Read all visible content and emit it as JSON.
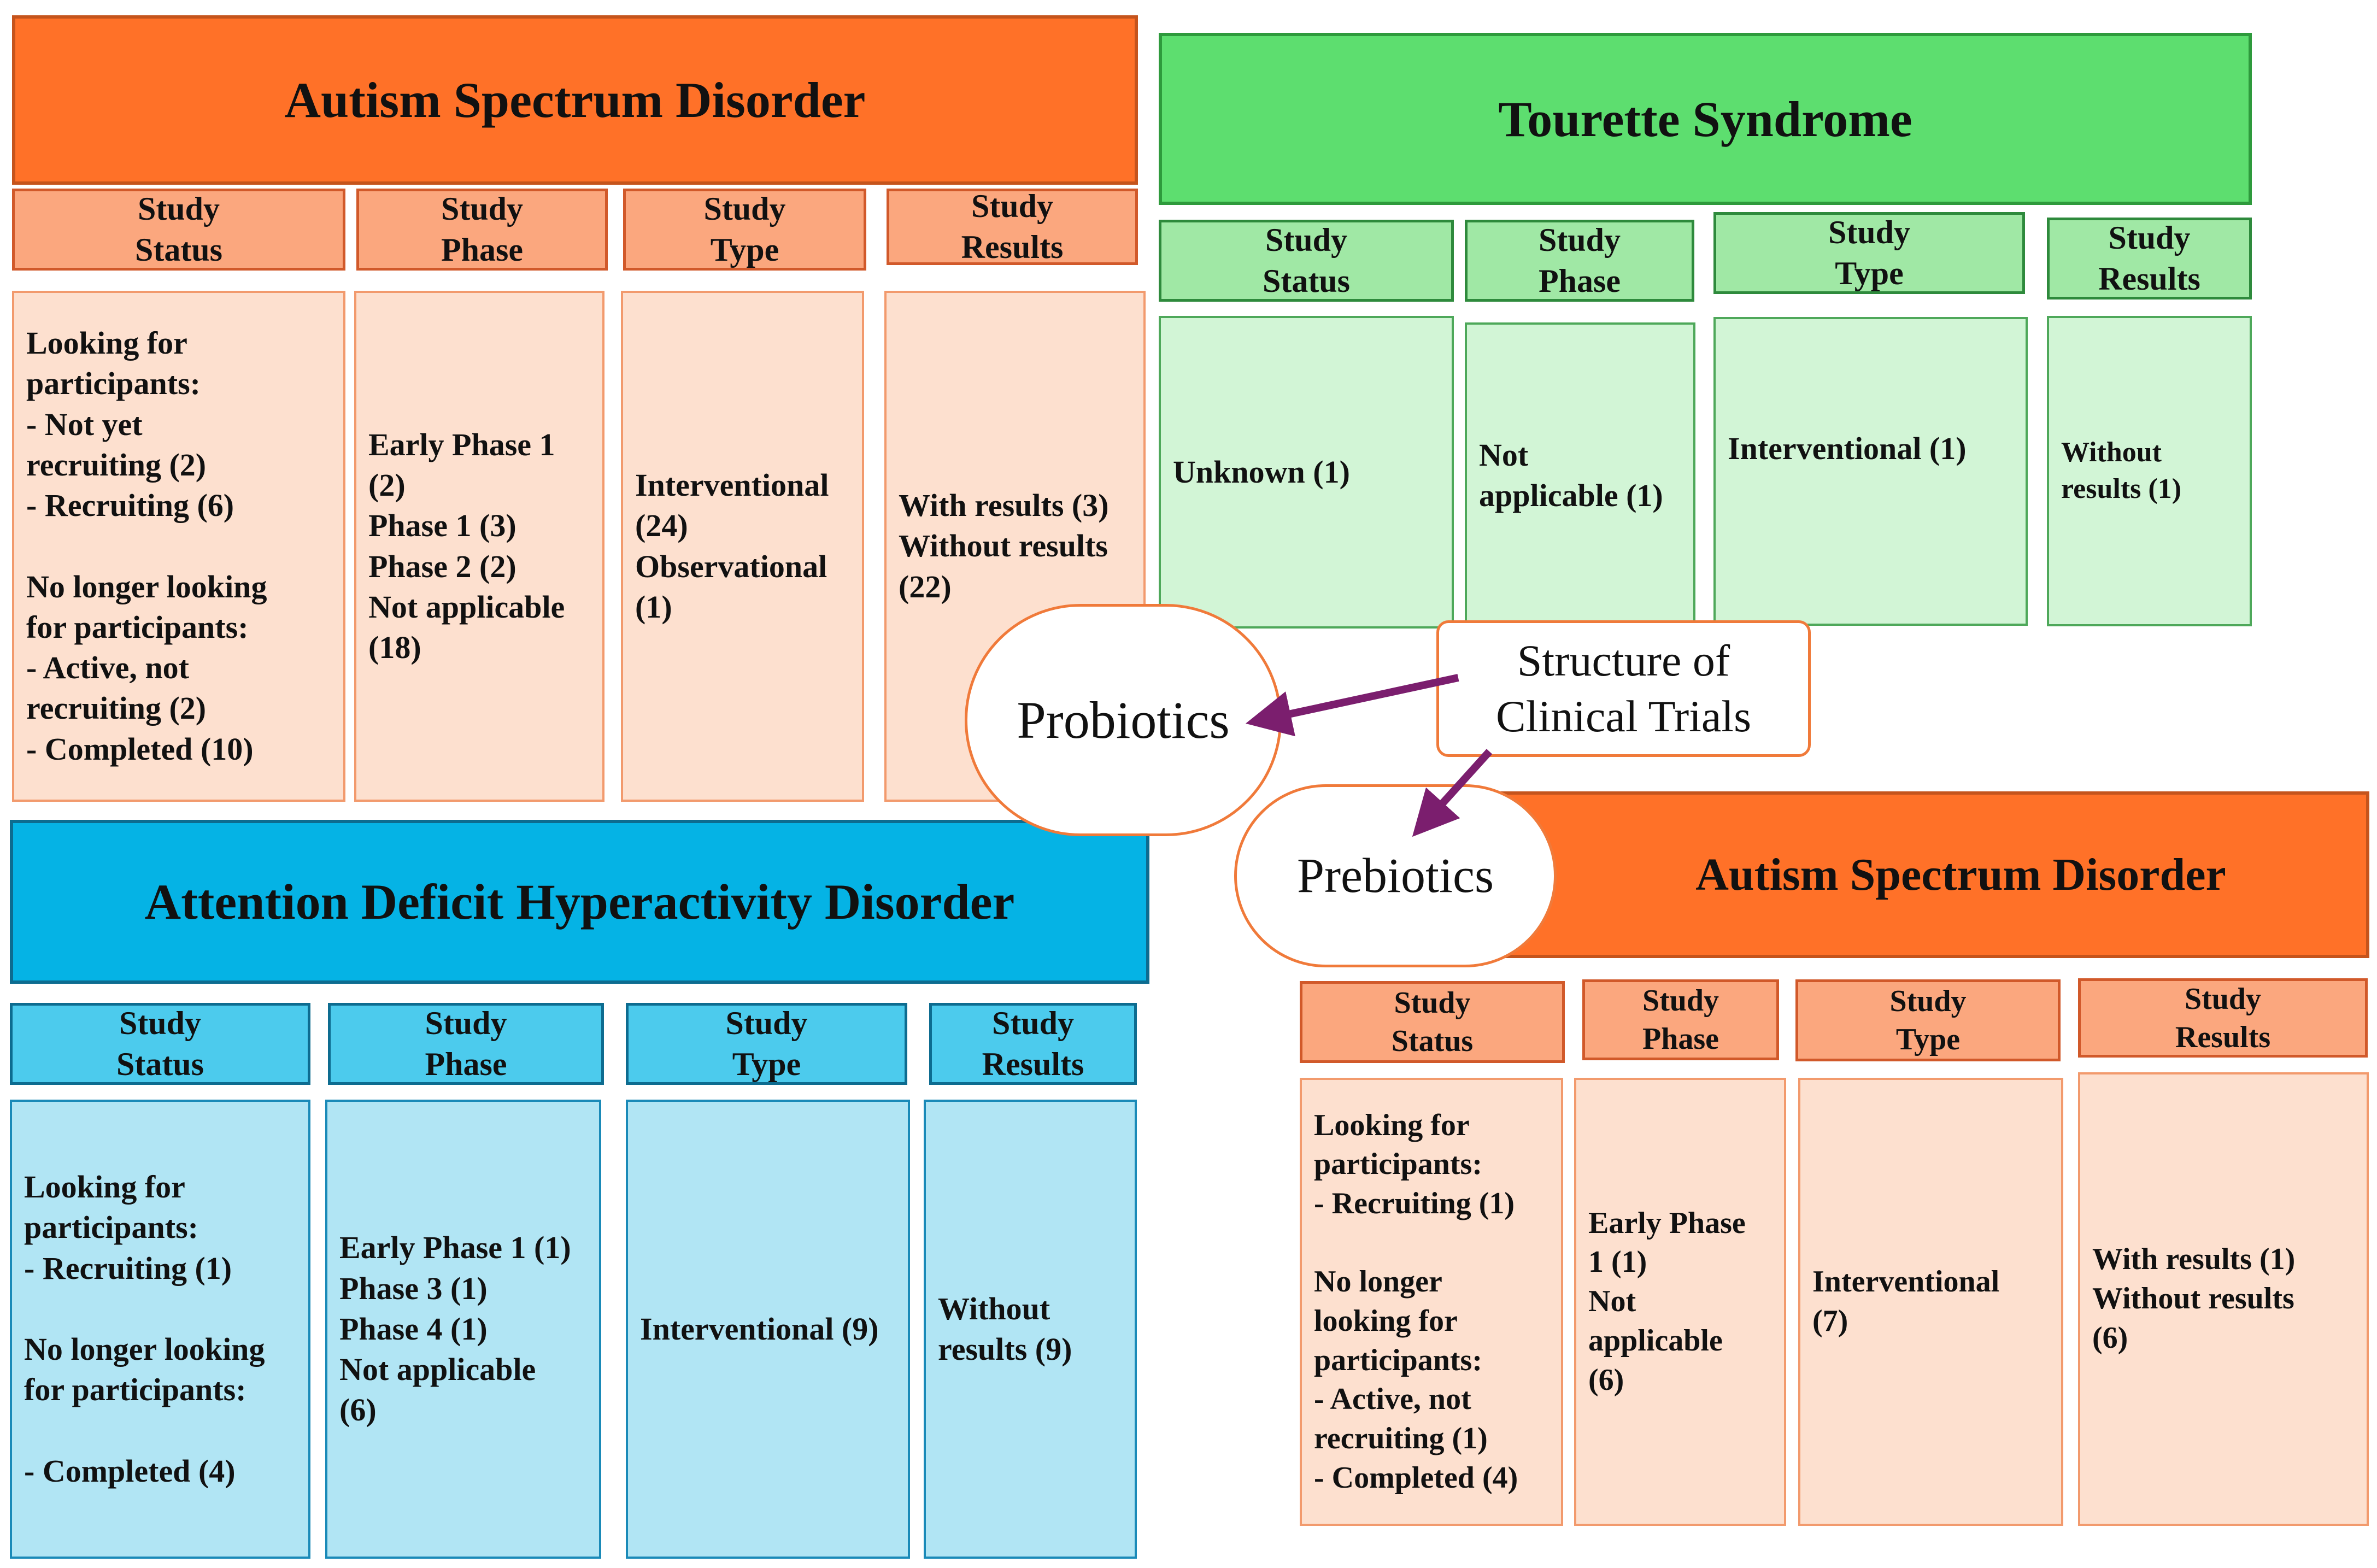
{
  "colors": {
    "asd": "#ff7128",
    "tourette": "#5dde6f",
    "adhd": "#05b3e5",
    "arrow": "#7b1e6e"
  },
  "asd_probiotics": {
    "title": "Autism Spectrum Disorder",
    "headers": [
      "Study\nStatus",
      "Study\nPhase",
      "Study\nType",
      "Study\nResults"
    ],
    "cells": [
      "Looking for\nparticipants:\n- Not yet\nrecruiting (2)\n- Recruiting (6)\n\nNo longer looking\nfor participants:\n- Active, not\nrecruiting (2)\n- Completed (10)",
      "Early Phase 1\n(2)\nPhase 1 (3)\nPhase 2 (2)\nNot applicable\n(18)",
      "Interventional\n(24)\nObservational\n(1)",
      "With results (3)\nWithout results\n(22)"
    ]
  },
  "tourette": {
    "title": "Tourette Syndrome",
    "headers": [
      "Study\nStatus",
      "Study\nPhase",
      "Study\nType",
      "Study\nResults"
    ],
    "cells": [
      "Unknown (1)",
      "Not\napplicable (1)",
      "Interventional (1)",
      "Without\nresults (1)"
    ]
  },
  "adhd": {
    "title": "Attention Deficit Hyperactivity Disorder",
    "headers": [
      "Study\nStatus",
      "Study\nPhase",
      "Study\nType",
      "Study\nResults"
    ],
    "cells": [
      "Looking for\nparticipants:\n- Recruiting (1)\n\nNo longer looking\nfor participants:\n\n- Completed (4)",
      "Early Phase 1 (1)\nPhase 3 (1)\nPhase 4 (1)\nNot applicable\n(6)",
      "Interventional (9)",
      "Without\nresults (9)"
    ]
  },
  "asd_prebiotics": {
    "title": "Autism Spectrum Disorder",
    "headers": [
      "Study\nStatus",
      "Study\nPhase",
      "Study\nType",
      "Study\nResults"
    ],
    "cells": [
      "Looking for\nparticipants:\n- Recruiting (1)\n\nNo longer\nlooking for\nparticipants:\n- Active, not\nrecruiting (1)\n- Completed (4)",
      "Early Phase\n1 (1)\nNot\napplicable\n(6)",
      "Interventional\n(7)",
      "With results (1)\nWithout results\n(6)"
    ]
  },
  "center": {
    "structure": "Structure of\nClinical Trials",
    "probiotics": "Probiotics",
    "prebiotics": "Prebiotics"
  }
}
